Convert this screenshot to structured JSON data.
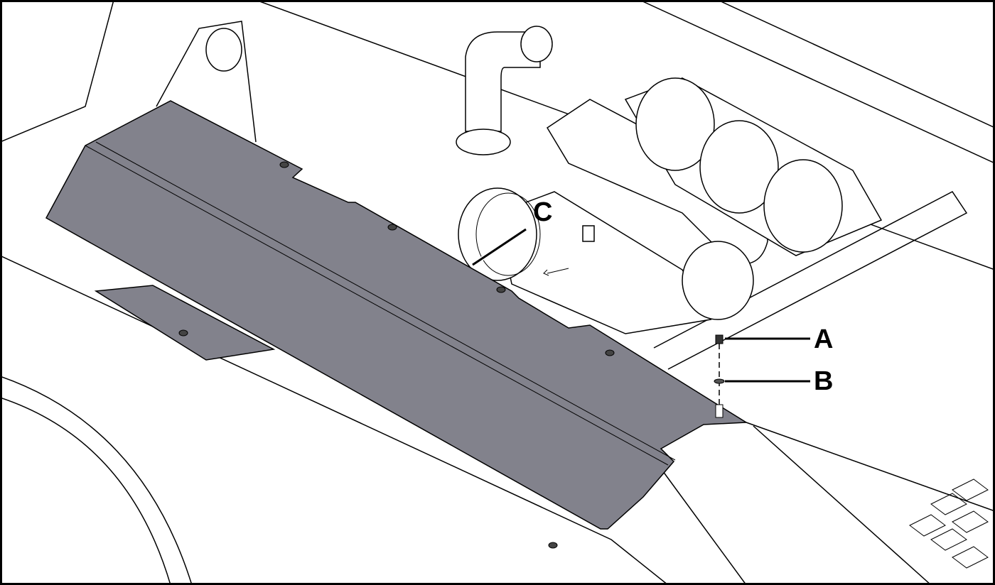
{
  "diagram": {
    "callouts": [
      {
        "id": "A",
        "label": "A"
      },
      {
        "id": "B",
        "label": "B"
      },
      {
        "id": "C",
        "label": "C"
      }
    ],
    "colors": {
      "cover": "#82828c",
      "line": "#000000",
      "background": "#ffffff"
    }
  }
}
